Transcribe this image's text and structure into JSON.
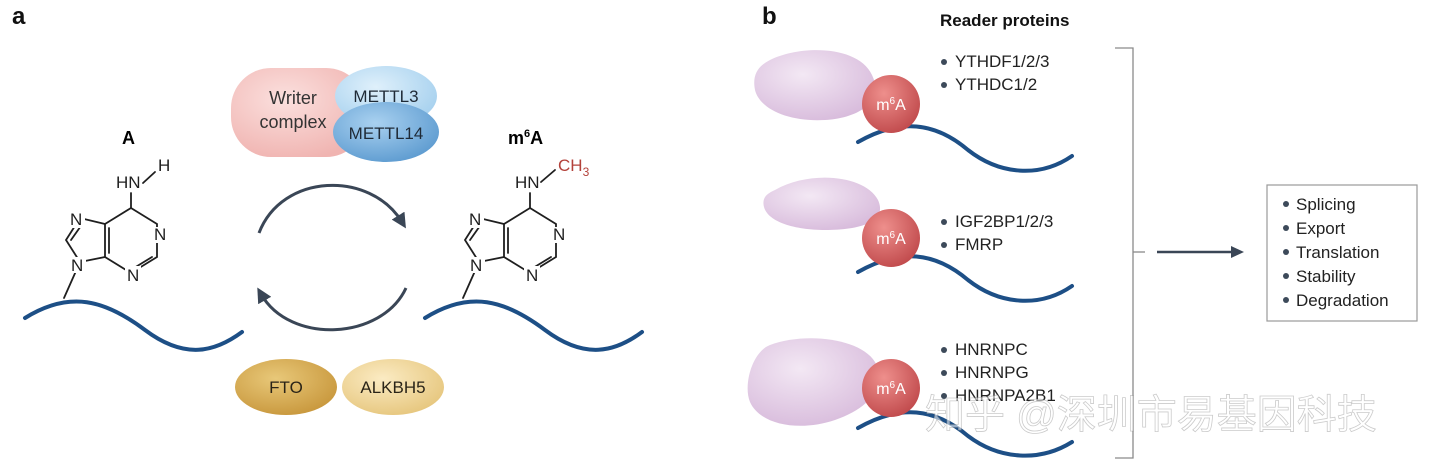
{
  "panel_a": {
    "letter": "a",
    "left_molecule": {
      "label": "A",
      "amine_nh": "HN",
      "amine_h": "H",
      "ring_n": "N"
    },
    "right_molecule": {
      "label_base": "m",
      "label_sup": "6",
      "label_end": "A",
      "amine_nh": "HN",
      "methyl": "CH",
      "methyl_sub": "3",
      "ring_n": "N"
    },
    "writer": {
      "title_line1": "Writer",
      "title_line2": "complex",
      "subunit_1": "METTL3",
      "subunit_2": "METTL14"
    },
    "erasers": {
      "eraser_1": "FTO",
      "eraser_2": "ALKBH5"
    }
  },
  "panel_b": {
    "letter": "b",
    "title": "Reader proteins",
    "mark_base": "m",
    "mark_sup": "6",
    "mark_end": "A",
    "groups": [
      {
        "items": [
          "YTHDF1/2/3",
          "YTHDC1/2"
        ]
      },
      {
        "items": [
          "IGF2BP1/2/3",
          "FMRP"
        ]
      },
      {
        "items": [
          "HNRNPC",
          "HNRNPG",
          "HNRNPA2B1"
        ]
      }
    ],
    "outcomes": [
      "Splicing",
      "Export",
      "Translation",
      "Stability",
      "Degradation"
    ]
  },
  "watermark": "知乎 @深圳市易基因科技",
  "colors": {
    "rna": "#1d4f86",
    "writer": "#f6c9c6",
    "mettl3": "#b8dcf3",
    "mettl14": "#80b8e3",
    "fto": "#d6ad55",
    "alkbh5": "#f0d699",
    "reader": "#e4cfe6",
    "m6a_ball": "#d56565",
    "methyl": "#b3413a"
  }
}
